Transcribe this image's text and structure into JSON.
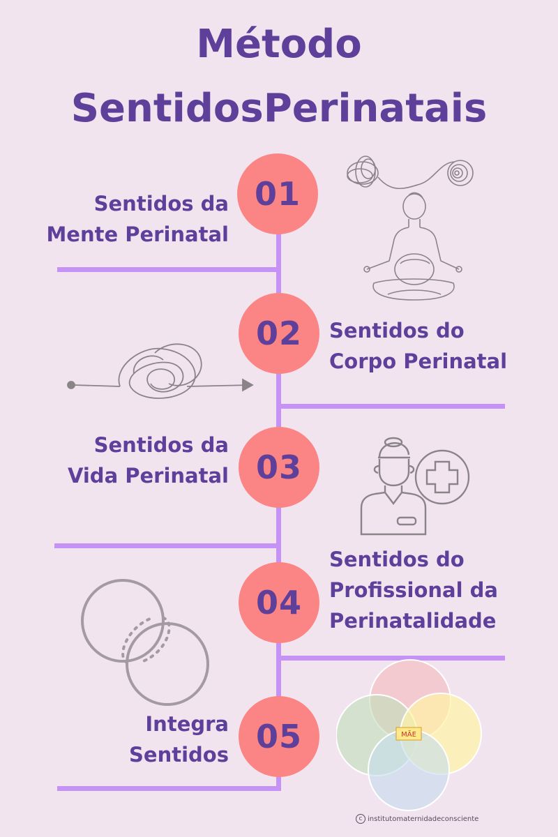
{
  "title": {
    "line1": "Método",
    "line2": "SentidosPerinatais"
  },
  "steps": [
    {
      "number": "01",
      "line1": "Sentidos da",
      "line2": "Mente Perinatal"
    },
    {
      "number": "02",
      "line1": "Sentidos do",
      "line2": "Corpo Perinatal"
    },
    {
      "number": "03",
      "line1": "Sentidos da",
      "line2": "Vida Perinatal"
    },
    {
      "number": "04",
      "line1": "Sentidos do",
      "line2": "Profissional da",
      "line3": "Perinatalidade"
    },
    {
      "number": "05",
      "line1": "Integra",
      "line2": "Sentidos"
    }
  ],
  "venn_center_label": "MÃE",
  "copyright": "institutomaternidadeconsciente",
  "colors": {
    "background": "#f2e4ef",
    "accent": "#5e3f9a",
    "line": "#c493f5",
    "badge": "#fb8585"
  },
  "icons": [
    "scribble-spiral-icon",
    "meditating-pregnant-woman-icon",
    "tangled-arrow-icon",
    "health-professional-icon",
    "overlapping-circles-icon",
    "four-circle-venn-icon"
  ]
}
